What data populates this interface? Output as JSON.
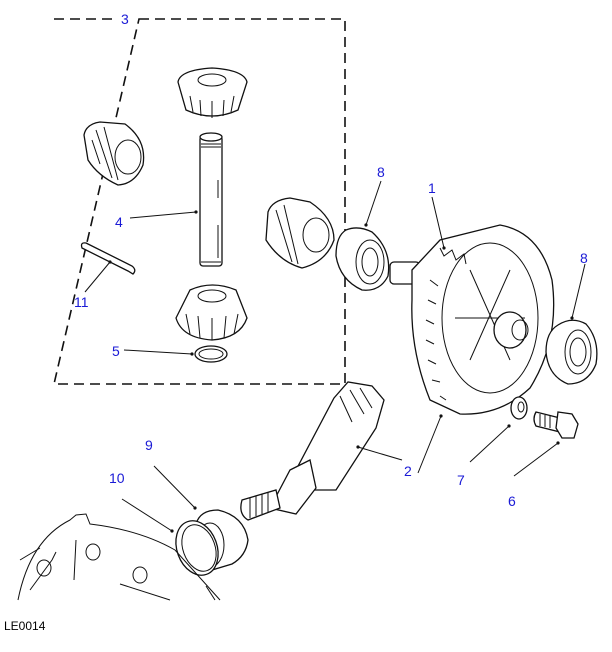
{
  "diagram": {
    "title_code": "LE0014",
    "kit_group_label": "3",
    "callouts": [
      {
        "id": "1",
        "part": "differential-assembly"
      },
      {
        "id": "2",
        "part": "pinion-and-crownwheel"
      },
      {
        "id": "3",
        "part": "differential-gear-kit"
      },
      {
        "id": "4",
        "part": "cross-shaft"
      },
      {
        "id": "5",
        "part": "circlip"
      },
      {
        "id": "6",
        "part": "bolt"
      },
      {
        "id": "7",
        "part": "washer"
      },
      {
        "id": "8",
        "part": "bearing-left"
      },
      {
        "id": "8",
        "part": "bearing-right"
      },
      {
        "id": "9",
        "part": "pinion-bearing"
      },
      {
        "id": "10",
        "part": "shim"
      },
      {
        "id": "11",
        "part": "roll-pin"
      }
    ],
    "colors": {
      "callout": "#1a1ad6",
      "line": "#111111",
      "background": "#ffffff"
    }
  }
}
